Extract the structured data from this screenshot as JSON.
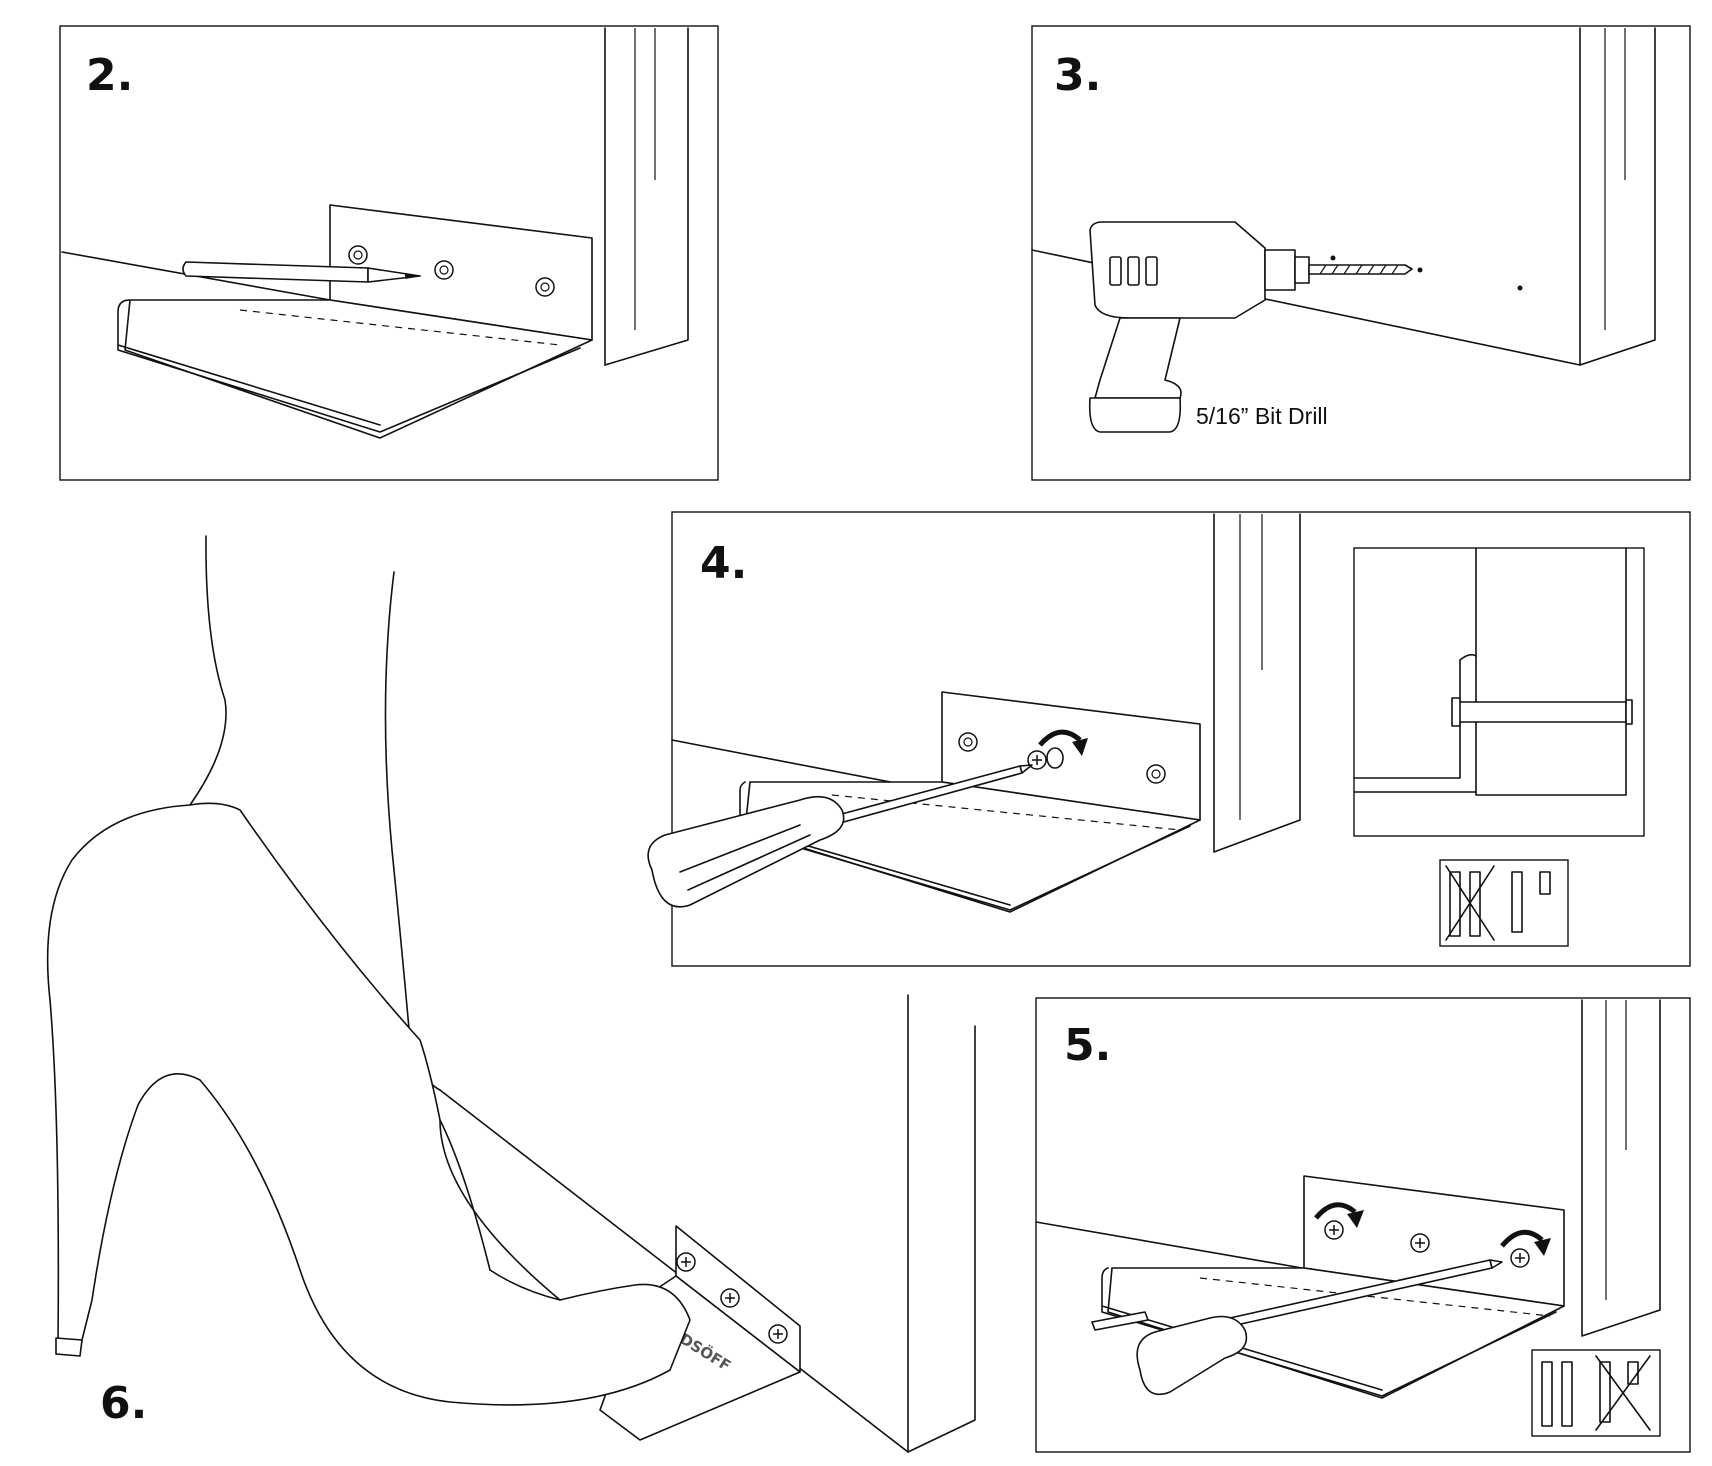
{
  "panels": {
    "step2": {
      "label": "2."
    },
    "step3": {
      "label": "3.",
      "caption": "5/16” Bit Drill"
    },
    "step4": {
      "label": "4."
    },
    "step5": {
      "label": "5."
    },
    "step6": {
      "label": "6."
    }
  },
  "logo_text": "NDSÖFF",
  "icons": {
    "pencil": "pencil-icon",
    "drill": "power-drill-icon",
    "screwdriver": "screwdriver-icon",
    "rotate_arrow": "clockwise-arrow-icon",
    "screw_selection": "screw-selection-icon",
    "high_heel": "high-heel-shoe-icon"
  }
}
